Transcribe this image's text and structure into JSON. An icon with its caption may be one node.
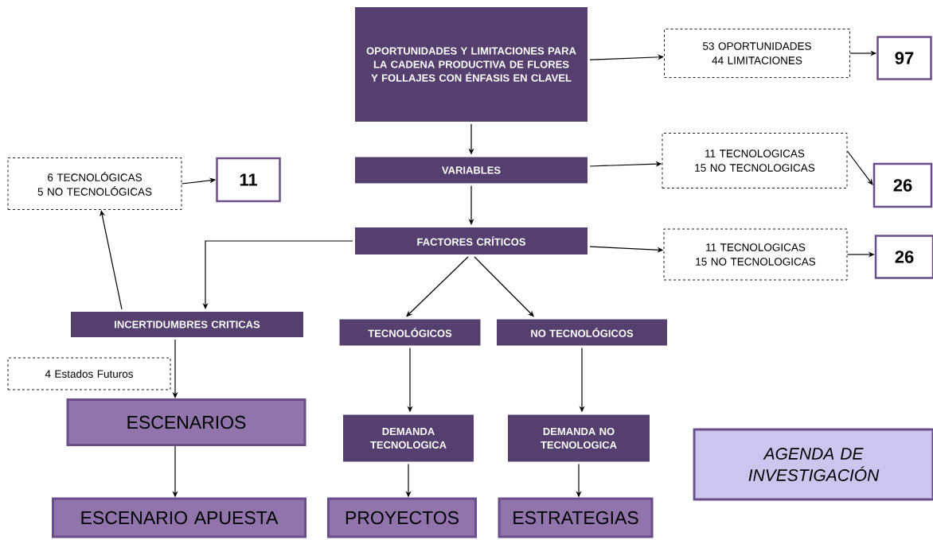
{
  "diagram": {
    "nodes": [
      {
        "text": [
          "OPORTUNIDADES Y LIMITACIONES PARA LA CADENA PRODUCTIVA DE FLORES Y FOLLAJES CON ÉNFASIS EN CLAVEL"
        ]
      },
      {
        "text": [
          "53 OPORTUNIDADES",
          "44 LIMITACIONES"
        ]
      },
      {
        "text": [
          "97"
        ]
      },
      {
        "text": [
          "VARIABLES"
        ]
      },
      {
        "text": [
          "11 TECNOLOGICAS",
          "15 NO TECNOLOGICAS"
        ]
      },
      {
        "text": [
          "26"
        ]
      },
      {
        "text": [
          "FACTORES CRÍTICOS"
        ]
      },
      {
        "text": [
          "11 TECNOLOGICAS",
          "15 NO TECNOLOGICAS"
        ]
      },
      {
        "text": [
          "26"
        ]
      },
      {
        "text": [
          "6 TECNOLÓGICAS",
          "5 NO TECNOLÓGICAS"
        ]
      },
      {
        "text": [
          "11"
        ]
      },
      {
        "text": [
          "INCERTIDUMBRES CRITICAS"
        ]
      },
      {
        "text": [
          "TECNOLÓGICOS"
        ]
      },
      {
        "text": [
          "NO TECNOLÓGICOS"
        ]
      },
      {
        "text": [
          "4 Estados Futuros"
        ]
      },
      {
        "text": [
          "ESCENARIOS"
        ]
      },
      {
        "text": [
          "DEMANDA TECNOLOGICA"
        ]
      },
      {
        "text": [
          "DEMANDA NO TECNOLOGICA"
        ]
      },
      {
        "text": [
          "ESCENARIO APUESTA"
        ]
      },
      {
        "text": [
          "PROYECTOS"
        ]
      },
      {
        "text": [
          "ESTRATEGIAS"
        ]
      },
      {
        "text": [
          "AGENDA DE INVESTIGACIÓN"
        ]
      }
    ],
    "edges": [
      {
        "from": 0,
        "to": 1,
        "arrow": "to"
      },
      {
        "from": 1,
        "to": 2,
        "arrow": "to"
      },
      {
        "from": 0,
        "to": 3,
        "arrow": "to"
      },
      {
        "from": 3,
        "to": 4,
        "arrow": "to"
      },
      {
        "from": 4,
        "to": 5,
        "arrow": "to"
      },
      {
        "from": 3,
        "to": 6,
        "arrow": "to"
      },
      {
        "from": 6,
        "to": 7,
        "arrow": "to"
      },
      {
        "from": 7,
        "to": 8,
        "arrow": "to"
      },
      {
        "from": 6,
        "to": 11,
        "arrow": "to"
      },
      {
        "from": 11,
        "to": 9,
        "arrow": "to"
      },
      {
        "from": 9,
        "to": 10,
        "arrow": "to"
      },
      {
        "from": 6,
        "to": 12,
        "arrow": "to"
      },
      {
        "from": 6,
        "to": 13,
        "arrow": "to"
      },
      {
        "from": 11,
        "to": 15,
        "arrow": "to"
      },
      {
        "from": 15,
        "to": 18,
        "arrow": "to"
      },
      {
        "from": 12,
        "to": 16,
        "arrow": "to"
      },
      {
        "from": 16,
        "to": 19,
        "arrow": "to"
      },
      {
        "from": 13,
        "to": 17,
        "arrow": "to"
      },
      {
        "from": 17,
        "to": 20,
        "arrow": "to"
      }
    ]
  }
}
